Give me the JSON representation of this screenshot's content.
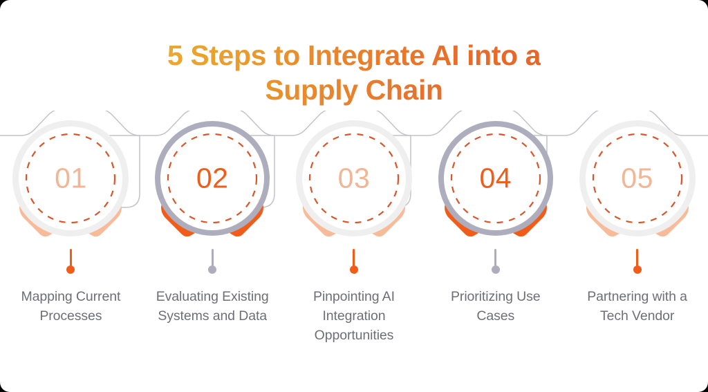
{
  "title": {
    "text": "5 Steps to Integrate AI into a\nSupply Chain",
    "gradient_from": "#eaa92f",
    "gradient_to": "#e7652a"
  },
  "theme": {
    "background": "#ffffff",
    "accent_orange": "#f25c19",
    "accent_orange_light": "#f2b695",
    "hands_light": "#f8bb99",
    "ring_light": "#f0eff0",
    "ring_active": "#aeadbd",
    "dash_orange": "#d9552a",
    "label_gray": "#6e6e78",
    "outline_gray": "#b9b9c1"
  },
  "steps": [
    {
      "number": "01",
      "label": "Mapping Current Processes",
      "state": "light",
      "connector_color": "#f25c19",
      "number_color": "#f2b695",
      "hands_color": "#f8bb99",
      "ring_color": "#f0eff0"
    },
    {
      "number": "02",
      "label": "Evaluating Existing Systems and Data",
      "state": "active",
      "connector_color": "#aeadbd",
      "number_color": "#f25c19",
      "hands_color": "#f25c19",
      "ring_color": "#aeadbd"
    },
    {
      "number": "03",
      "label": "Pinpointing AI Integration Opportunities",
      "state": "light",
      "connector_color": "#f25c19",
      "number_color": "#f2b695",
      "hands_color": "#f8bb99",
      "ring_color": "#f0eff0"
    },
    {
      "number": "04",
      "label": "Prioritizing Use Cases",
      "state": "active",
      "connector_color": "#aeadbd",
      "number_color": "#f25c19",
      "hands_color": "#f25c19",
      "ring_color": "#aeadbd"
    },
    {
      "number": "05",
      "label": "Partnering with a Tech Vendor",
      "state": "light",
      "connector_color": "#f25c19",
      "number_color": "#f2b695",
      "hands_color": "#f8bb99",
      "ring_color": "#f0eff0"
    }
  ]
}
